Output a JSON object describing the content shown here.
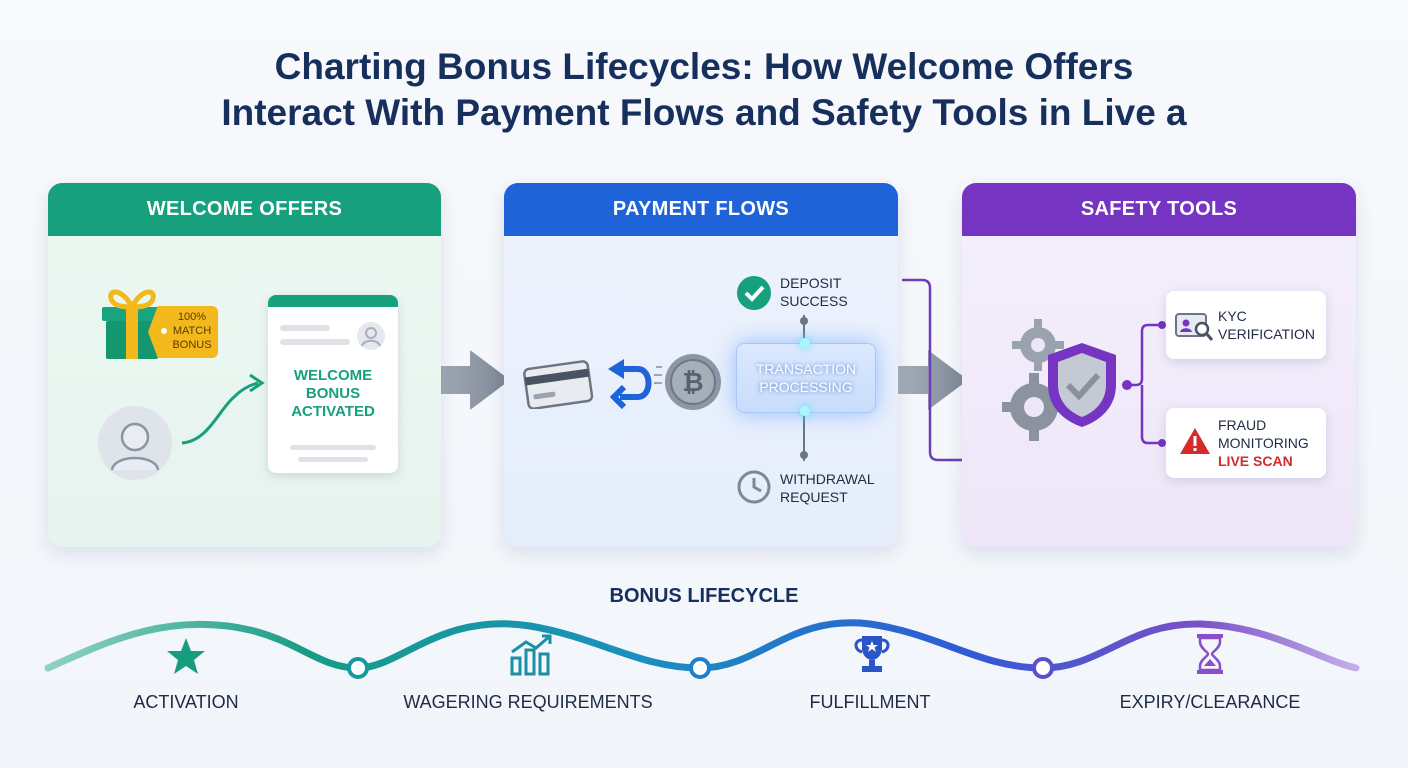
{
  "title": {
    "line1": "Charting Bonus Lifecycles: How Welcome Offers",
    "line2": "Interact With Payment Flows and Safety Tools in Live a"
  },
  "panels": {
    "welcome": {
      "header": "WELCOME OFFERS",
      "tag_line1": "100%",
      "tag_line2": "MATCH",
      "tag_line3": "BONUS",
      "card_line1": "WELCOME",
      "card_line2": "BONUS",
      "card_line3": "ACTIVATED"
    },
    "payment": {
      "header": "PAYMENT FLOWS",
      "deposit_line1": "DEPOSIT",
      "deposit_line2": "SUCCESS",
      "processing_line1": "TRANSACTION",
      "processing_line2": "PROCESSING",
      "withdrawal_line1": "WITHDRAWAL",
      "withdrawal_line2": "REQUEST"
    },
    "safety": {
      "header": "SAFETY TOOLS",
      "kyc_line1": "KYC",
      "kyc_line2": "VERIFICATION",
      "fraud_line1": "FRAUD",
      "fraud_line2": "MONITORING",
      "fraud_line3": "LIVE SCAN"
    }
  },
  "lifecycle": {
    "title": "BONUS LIFECYCLE",
    "stages": [
      "ACTIVATION",
      "WAGERING REQUIREMENTS",
      "FULFILLMENT",
      "EXPIRY/CLEARANCE"
    ]
  },
  "colors": {
    "green": "#16a07e",
    "blue": "#1f63d8",
    "purple": "#7535c2",
    "alert_red": "#d62b2b",
    "gold": "#f3b81c"
  },
  "icons": [
    "gift-icon",
    "user-icon",
    "credit-card-icon",
    "exchange-icon",
    "bitcoin-icon",
    "check-circle-icon",
    "clock-icon",
    "gear-icon",
    "shield-check-icon",
    "id-card-search-icon",
    "warning-icon",
    "star-icon",
    "growth-chart-icon",
    "trophy-icon",
    "hourglass-icon"
  ]
}
